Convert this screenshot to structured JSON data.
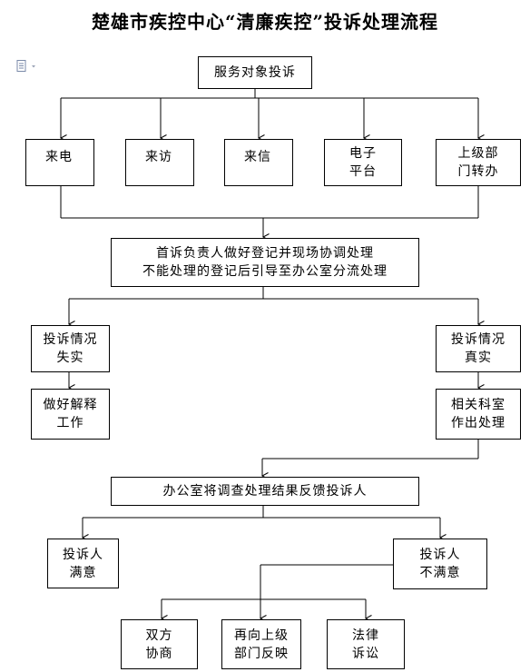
{
  "title": "楚雄市疾控中心“清廉疾控”投诉处理流程",
  "toolbar": {
    "document_icon": "document-icon"
  },
  "nodes": {
    "service_complaint": "服务对象投诉",
    "channels": {
      "phone": "来电",
      "visit": "来访",
      "letter": "来信",
      "electronic": "电子\n平台",
      "superior": "上级部\n门转办"
    },
    "first_responsibility": "首诉负责人做好登记并现场协调处理\n不能处理的登记后引导至办公室分流处理",
    "false_complaint": "投诉情况\n失实",
    "true_complaint": "投诉情况\n真实",
    "explain": "做好解释\n工作",
    "department_handle": "相关科室\n作出处理",
    "office_feedback": "办公室将调查处理结果反馈投诉人",
    "satisfied": "投诉人\n满意",
    "unsatisfied": "投诉人\n不满意",
    "negotiate": "双方\n协商",
    "report_again": "再向上级\n部门反映",
    "litigation": "法律\n诉讼"
  },
  "colors": {
    "line": "#000000",
    "box_border": "#000000",
    "background": "#ffffff"
  }
}
